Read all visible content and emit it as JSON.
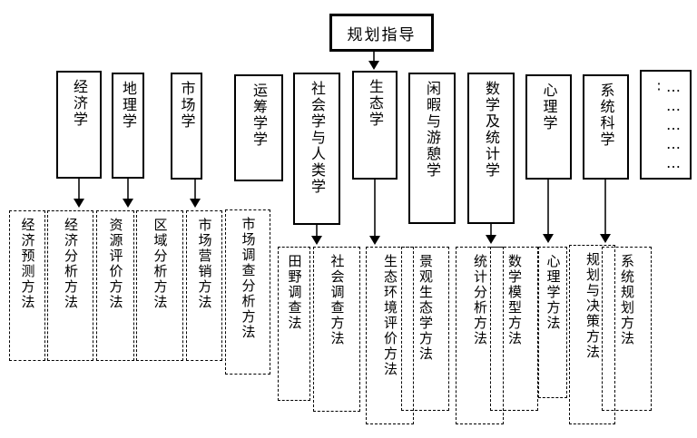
{
  "diagram": {
    "root": {
      "label": "规划指导"
    },
    "disciplines": [
      {
        "label": "经济学"
      },
      {
        "label": "地理学"
      },
      {
        "label": "市场学"
      },
      {
        "label": "运筹学学"
      },
      {
        "label": "社会学与人类学"
      },
      {
        "label": "生态学"
      },
      {
        "label": "闲暇与游憩学"
      },
      {
        "label": "数学及统计学"
      },
      {
        "label": "心理学"
      },
      {
        "label": "系统科学"
      },
      {
        "label": "……………∶"
      }
    ],
    "methods": [
      {
        "label": "经济预测方法"
      },
      {
        "label": "经济分析方法"
      },
      {
        "label": "资源评价方法"
      },
      {
        "label": "区域分析方法"
      },
      {
        "label": "市场营销方法"
      },
      {
        "label": "市场调查分析方法"
      },
      {
        "label": "田野调查法"
      },
      {
        "label": "社会调查方法"
      },
      {
        "label": "生态环境评价方法"
      },
      {
        "label": "景观生态学方法"
      },
      {
        "label": "统计分析方法"
      },
      {
        "label": "数学模型方法"
      },
      {
        "label": "心理学方法"
      },
      {
        "label": "规划与决策方法"
      },
      {
        "label": "系统规划方法"
      }
    ],
    "colors": {
      "line": "#000000",
      "background": "#ffffff"
    }
  }
}
